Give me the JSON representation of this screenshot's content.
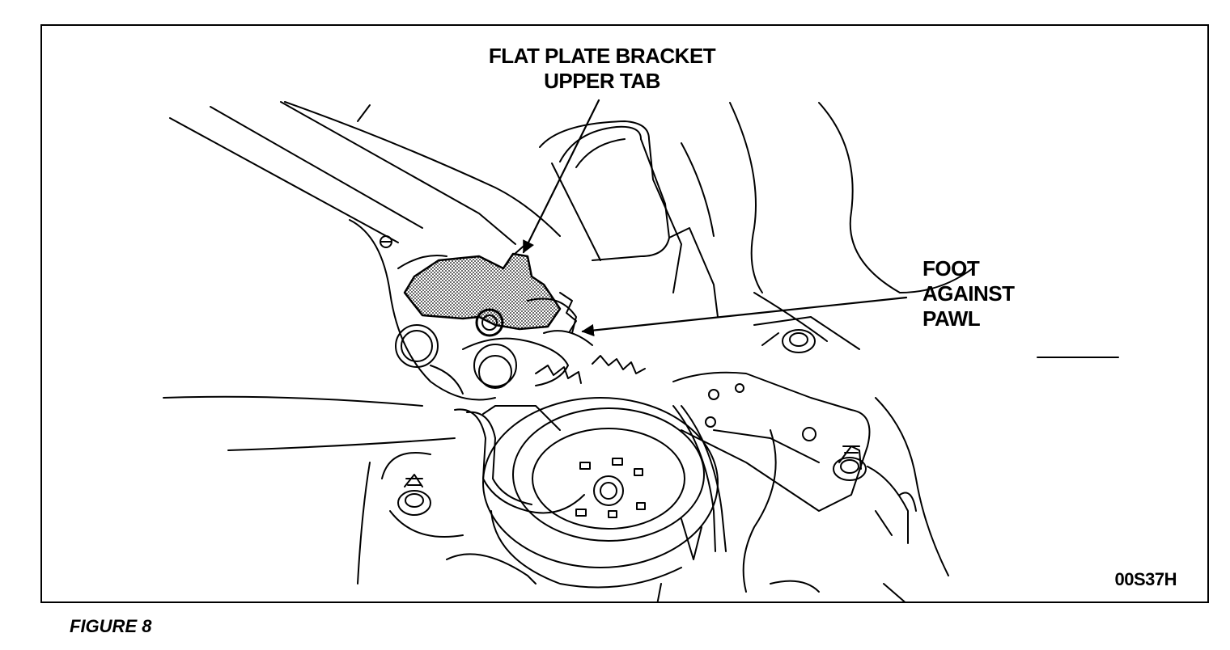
{
  "figure": {
    "caption": "FIGURE 8",
    "reference_code": "00S37H"
  },
  "callouts": {
    "upper_tab": {
      "line1": "FLAT PLATE BRACKET",
      "line2": "UPPER TAB"
    },
    "foot": {
      "line1": "FOOT",
      "line2": "AGAINST",
      "line3": "PAWL"
    }
  },
  "colors": {
    "ink": "#000000",
    "paper": "#ffffff",
    "shaded_part": "#9a9a9a"
  }
}
